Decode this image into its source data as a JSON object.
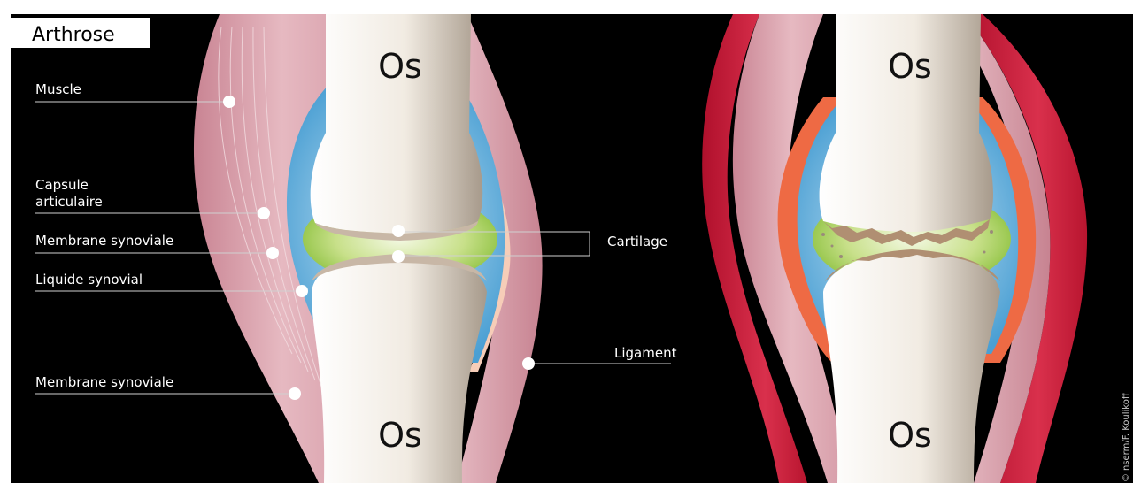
{
  "title": "Arthrose",
  "credit": "©Inserm/F. Koulikoff",
  "bone_label": "Os",
  "labels": {
    "muscle": "Muscle",
    "capsule_line1": "Capsule",
    "capsule_line2": "articulaire",
    "membrane_top": "Membrane synoviale",
    "liquide": "Liquide synovial",
    "membrane_bottom": "Membrane synoviale",
    "cartilage": "Cartilage",
    "ligament": "Ligament"
  },
  "colors": {
    "background": "#000000",
    "muscle": "#d9a0ab",
    "inflamed_muscle": "#c8203c",
    "capsule": "#6fb3dc",
    "cartilage": "#8cc63f",
    "inflamed_membrane": "#ef6a45",
    "bone": "#f2ede4"
  }
}
